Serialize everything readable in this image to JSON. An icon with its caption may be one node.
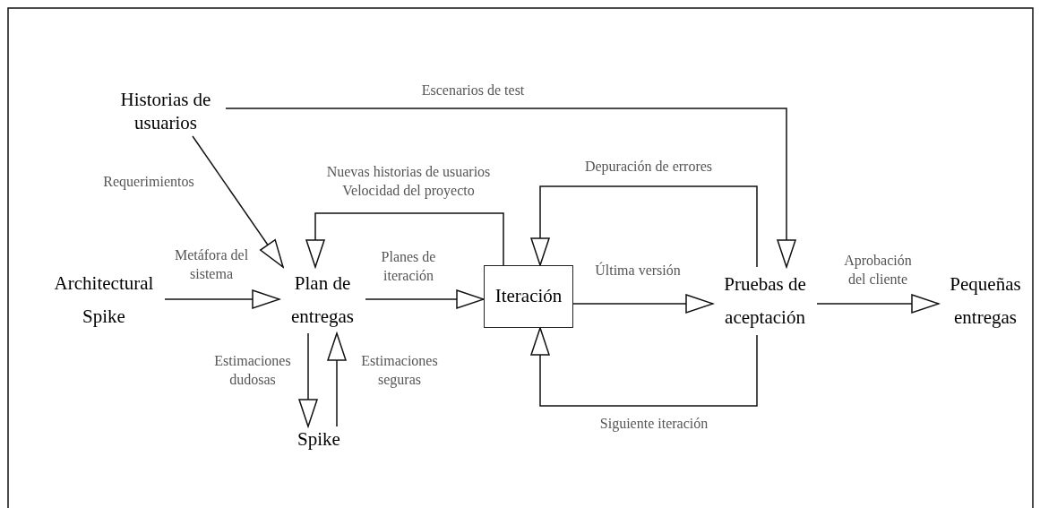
{
  "diagram": {
    "nodes": [
      {
        "text": [
          "Historias de usuarios"
        ]
      },
      {
        "text": [
          "Architectural Spike"
        ]
      },
      {
        "text": [
          "Plan de entregas"
        ]
      },
      {
        "text": [
          "Iteración"
        ]
      },
      {
        "text": [
          "Pruebas de aceptación"
        ]
      },
      {
        "text": [
          "Pequeñas entregas"
        ]
      },
      {
        "text": [
          "Spike"
        ]
      }
    ],
    "edges": [
      {
        "from": 0,
        "to": 4,
        "arrow": "to",
        "label": "Escenarios de test"
      },
      {
        "from": 0,
        "to": 2,
        "arrow": "to",
        "label": "Requerimientos"
      },
      {
        "from": 1,
        "to": 2,
        "arrow": "to",
        "label": "Metáfora del sistema"
      },
      {
        "from": 2,
        "to": 3,
        "arrow": "to",
        "label": "Planes de iteración"
      },
      {
        "from": 3,
        "to": 2,
        "arrow": "to",
        "label": "Nuevas historias de usuarios Velocidad del proyecto"
      },
      {
        "from": 3,
        "to": 4,
        "arrow": "to",
        "label": "Última versión"
      },
      {
        "from": 4,
        "to": 3,
        "arrow": "to",
        "label": "Depuración de errores"
      },
      {
        "from": 4,
        "to": 3,
        "arrow": "to",
        "label": "Siguiente iteración"
      },
      {
        "from": 4,
        "to": 5,
        "arrow": "to",
        "label": "Aprobación del cliente"
      },
      {
        "from": 2,
        "to": 6,
        "arrow": "to",
        "label": "Estimaciones dudosas"
      },
      {
        "from": 6,
        "to": 2,
        "arrow": "to",
        "label": "Estimaciones seguras"
      }
    ]
  }
}
